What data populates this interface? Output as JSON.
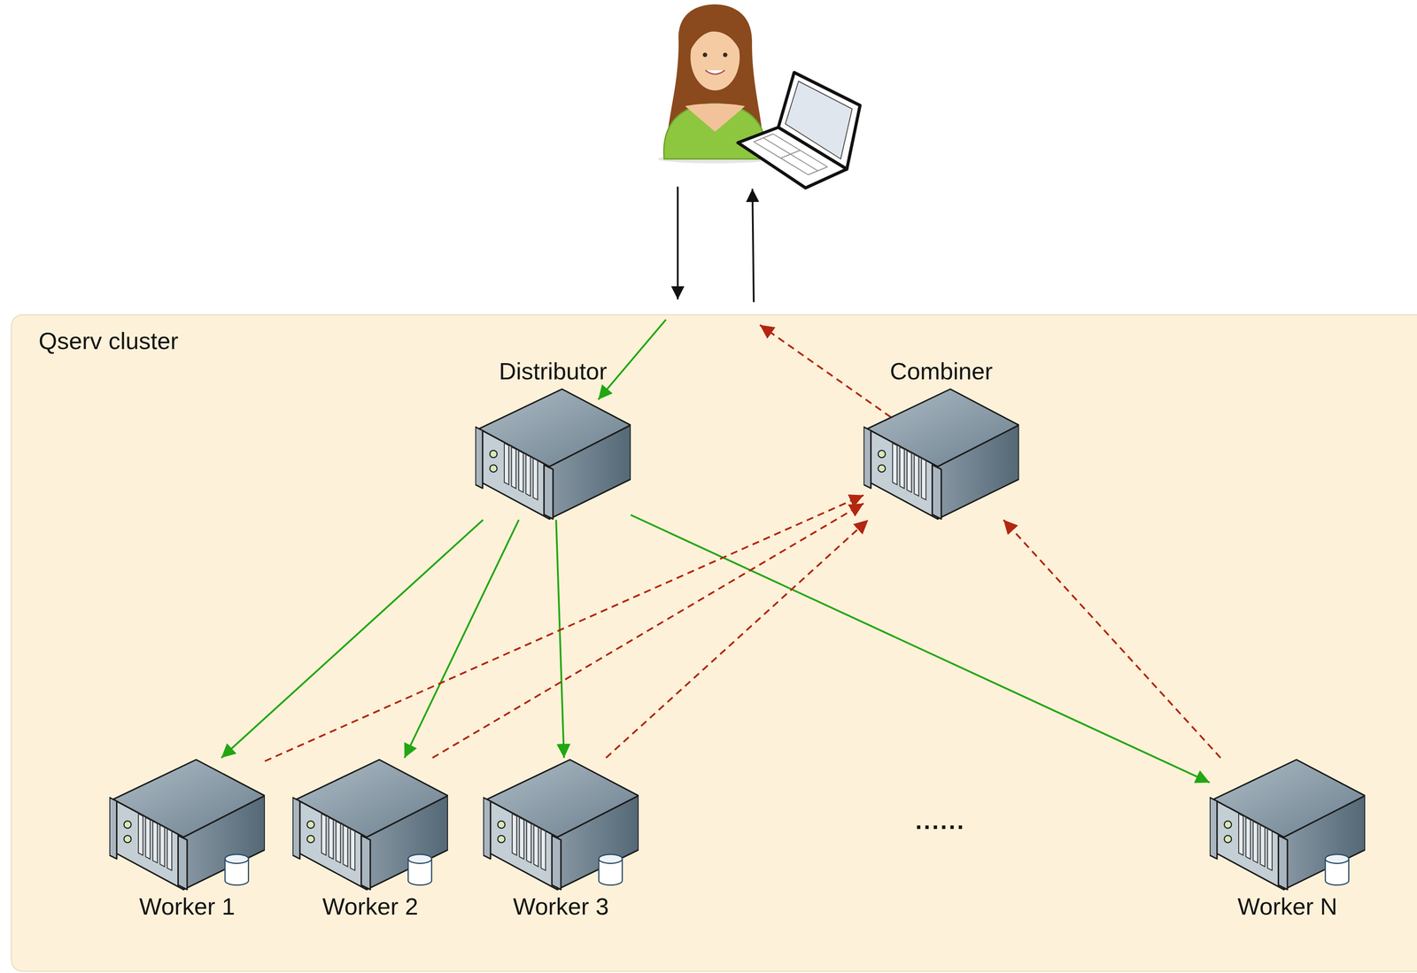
{
  "diagram": {
    "nodes": [
      {
        "text": [
          "Qserv cluster"
        ]
      },
      {
        "text": [
          "Distributor"
        ],
        "in": 0
      },
      {
        "text": [
          "Combiner"
        ],
        "in": 0
      },
      {
        "text": [
          "Worker 1"
        ],
        "in": 0
      },
      {
        "text": [
          "Worker 2"
        ],
        "in": 0
      },
      {
        "text": [
          "Worker 3"
        ],
        "in": 0
      },
      {
        "text": [
          "Worker N"
        ],
        "in": 0
      }
    ],
    "edges": [
      {
        "from": 1,
        "to": 3,
        "arrow": "to"
      },
      {
        "from": 1,
        "to": 4,
        "arrow": "to"
      },
      {
        "from": 1,
        "to": 5,
        "arrow": "to"
      },
      {
        "from": 1,
        "to": 6,
        "arrow": "to"
      },
      {
        "from": 3,
        "to": 2,
        "arrow": "to"
      },
      {
        "from": 4,
        "to": 2,
        "arrow": "to"
      },
      {
        "from": 5,
        "to": 2,
        "arrow": "to"
      },
      {
        "from": 6,
        "to": 2,
        "arrow": "to"
      }
    ],
    "labels": [
      "......"
    ]
  }
}
